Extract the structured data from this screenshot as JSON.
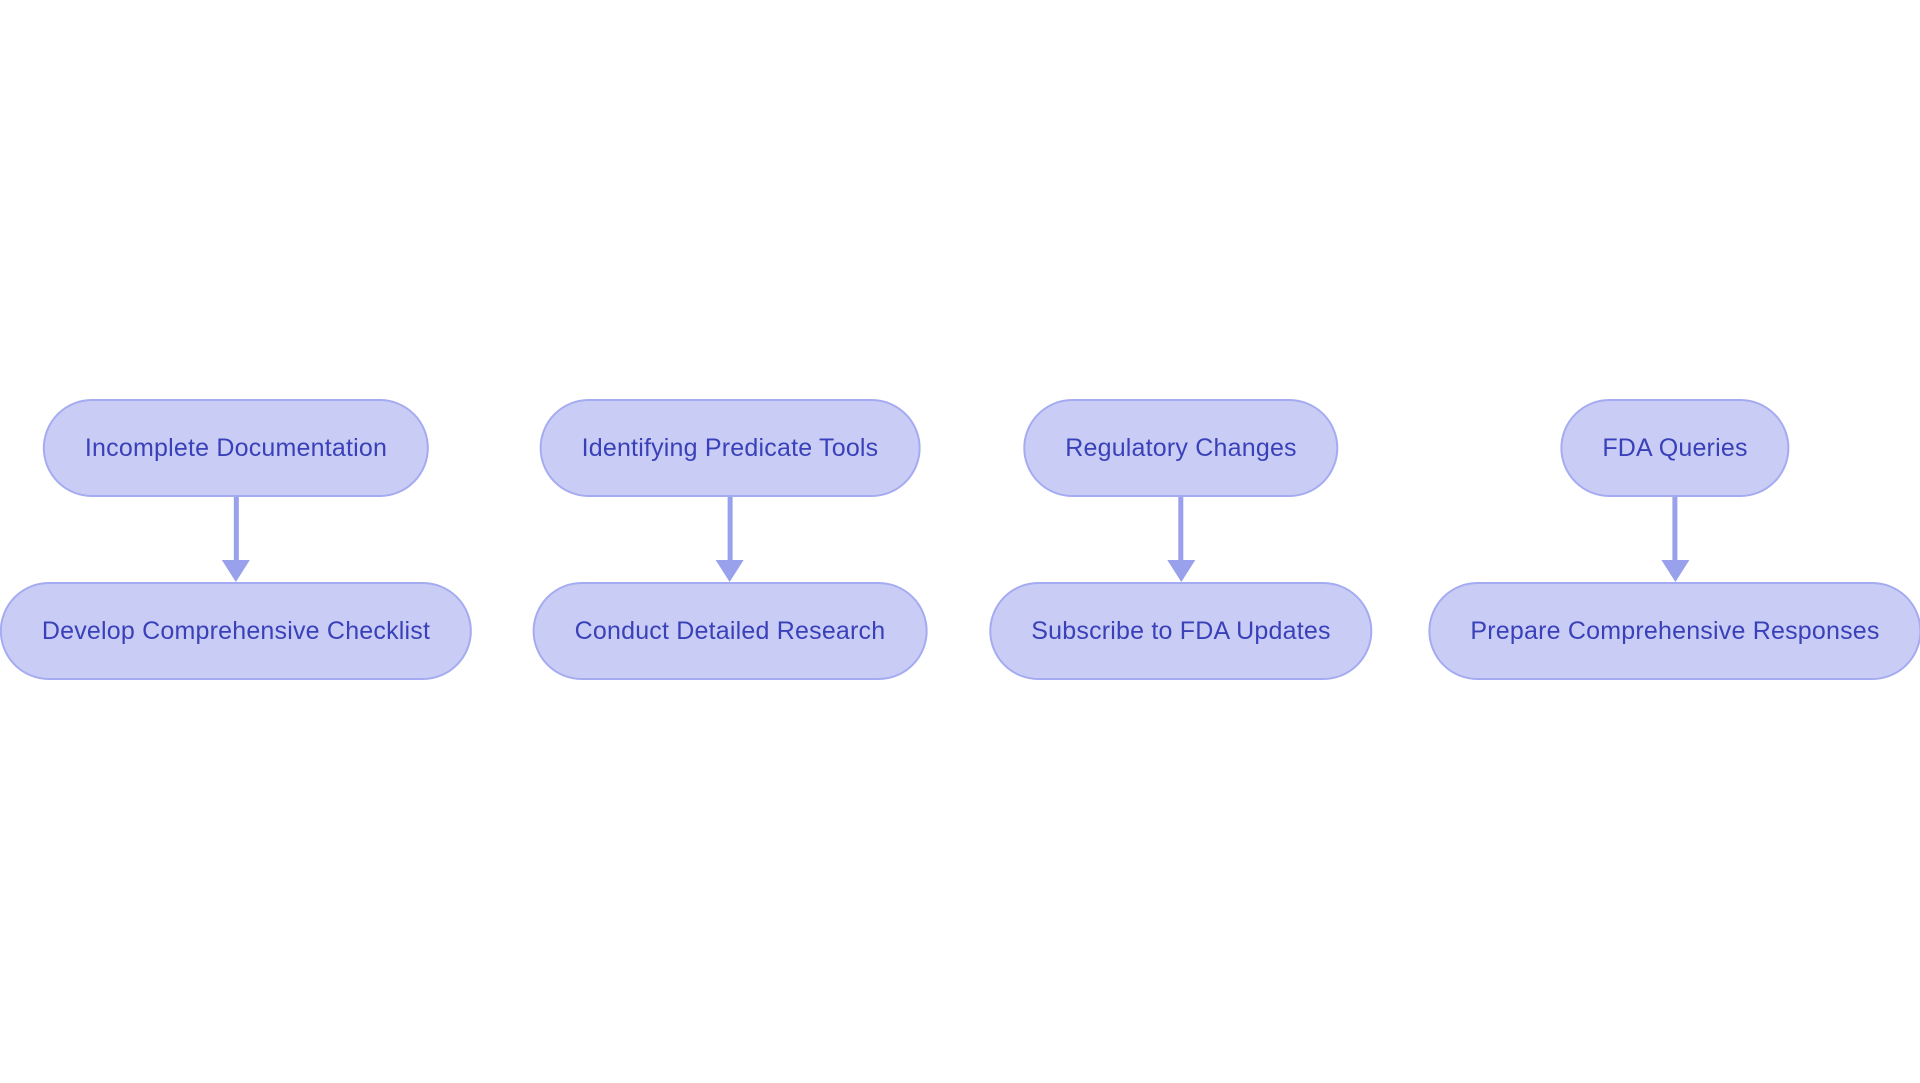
{
  "colors": {
    "background": "#ffffff",
    "node_fill": "#c9cdf6",
    "node_border": "#a5abf0",
    "node_text": "#3a41b8",
    "arrow": "#99a1ec"
  },
  "diagram": {
    "type": "flowchart",
    "flows": [
      {
        "source": "Incomplete Documentation",
        "target": "Develop Comprehensive Checklist"
      },
      {
        "source": "Identifying Predicate Tools",
        "target": "Conduct Detailed Research"
      },
      {
        "source": "Regulatory Changes",
        "target": "Subscribe to FDA Updates"
      },
      {
        "source": "FDA Queries",
        "target": "Prepare Comprehensive Responses"
      }
    ]
  }
}
